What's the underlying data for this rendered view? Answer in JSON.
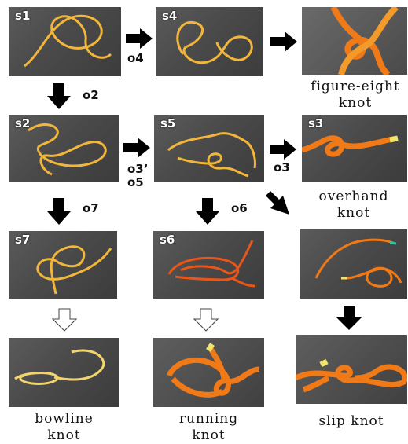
{
  "states": {
    "s1": "s1",
    "s4": "s4",
    "s2": "s2",
    "s5": "s5",
    "s3": "s3",
    "s7": "s7",
    "s6": "s6"
  },
  "operations": {
    "o4": "o4",
    "o2": "o2",
    "o3_prime": "o3’",
    "o5": "o5",
    "o3": "o3",
    "o7": "o7",
    "o6": "o6"
  },
  "knots": {
    "figure_eight": [
      "figure-eight",
      "knot"
    ],
    "overhand": [
      "overhand",
      "knot"
    ],
    "bowline": [
      "bowline",
      "knot"
    ],
    "running": [
      "running",
      "knot"
    ],
    "slip": [
      "slip knot"
    ]
  },
  "colors": {
    "rope_yellow": "#f2b63a",
    "rope_orange": "#f07a18",
    "rope_red": "#e8561a",
    "photo_bg": "#4a4a4a",
    "arrow_solid": "#000000",
    "arrow_hollow": "#ffffff"
  }
}
